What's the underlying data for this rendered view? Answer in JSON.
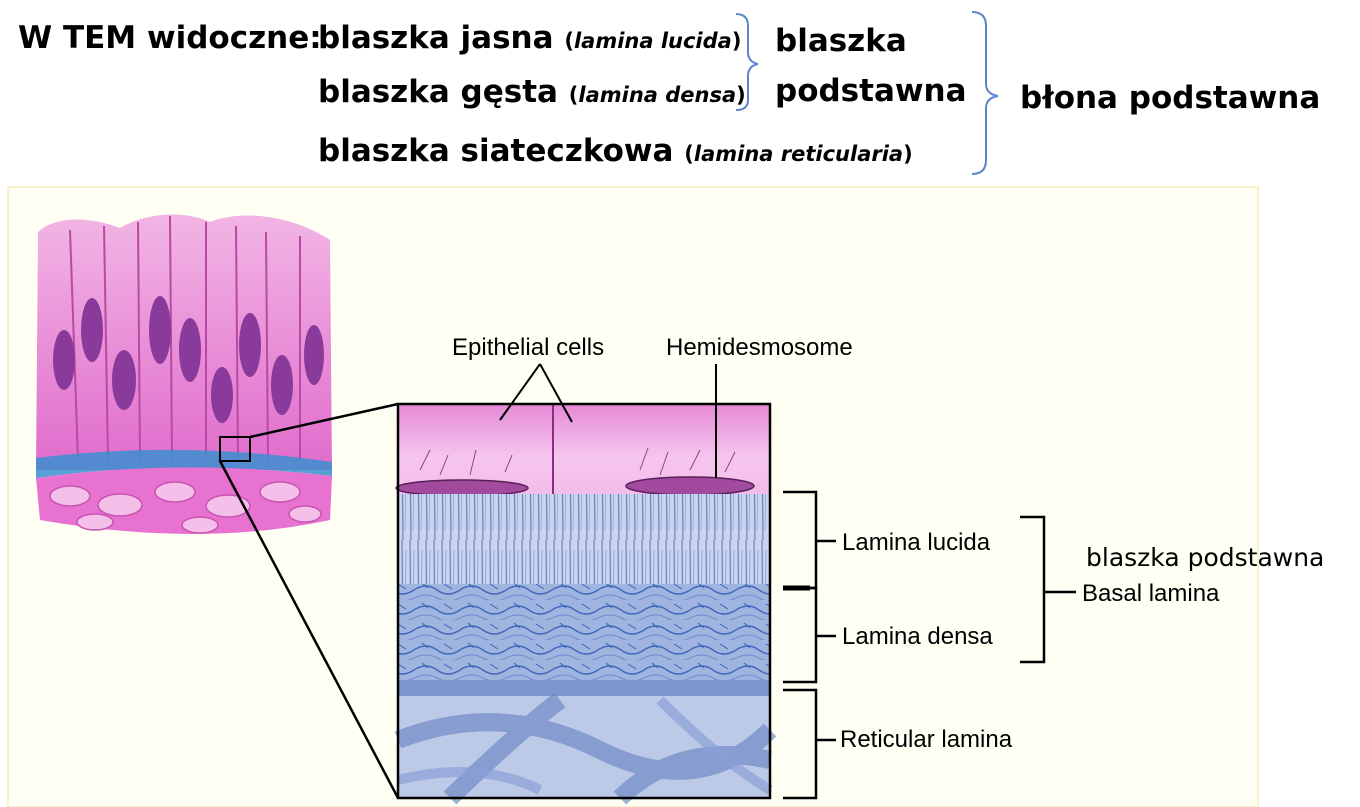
{
  "header": {
    "prefix": "W TEM widoczne:",
    "lines": [
      {
        "term": "blaszka jasna",
        "latin": "lamina lucida"
      },
      {
        "term": "blaszka gęsta",
        "latin": "lamina densa"
      },
      {
        "term": "blaszka siateczkowa",
        "latin": "lamina reticularia"
      }
    ],
    "group1": [
      "blaszka",
      "podstawna"
    ],
    "group2": "błona podstawna"
  },
  "figure": {
    "labels": {
      "epithelial_cells": "Epithelial cells",
      "hemidesmosome": "Hemidesmosome",
      "lamina_lucida": "Lamina lucida",
      "lamina_densa": "Lamina densa",
      "reticular_lamina": "Reticular lamina",
      "basal_lamina": "Basal lamina",
      "basal_lamina_pl": "blaszka podstawna"
    },
    "colors": {
      "epithelium": "#e27ad0",
      "nucleus": "#8a3a9a",
      "basal_blue": "#3a62b8",
      "lucida_bg": "#ccd4ec",
      "densa_bg": "#9fb4de",
      "reticular_bg": "#bccae8",
      "bracket_blue": "#5b87c9"
    }
  }
}
